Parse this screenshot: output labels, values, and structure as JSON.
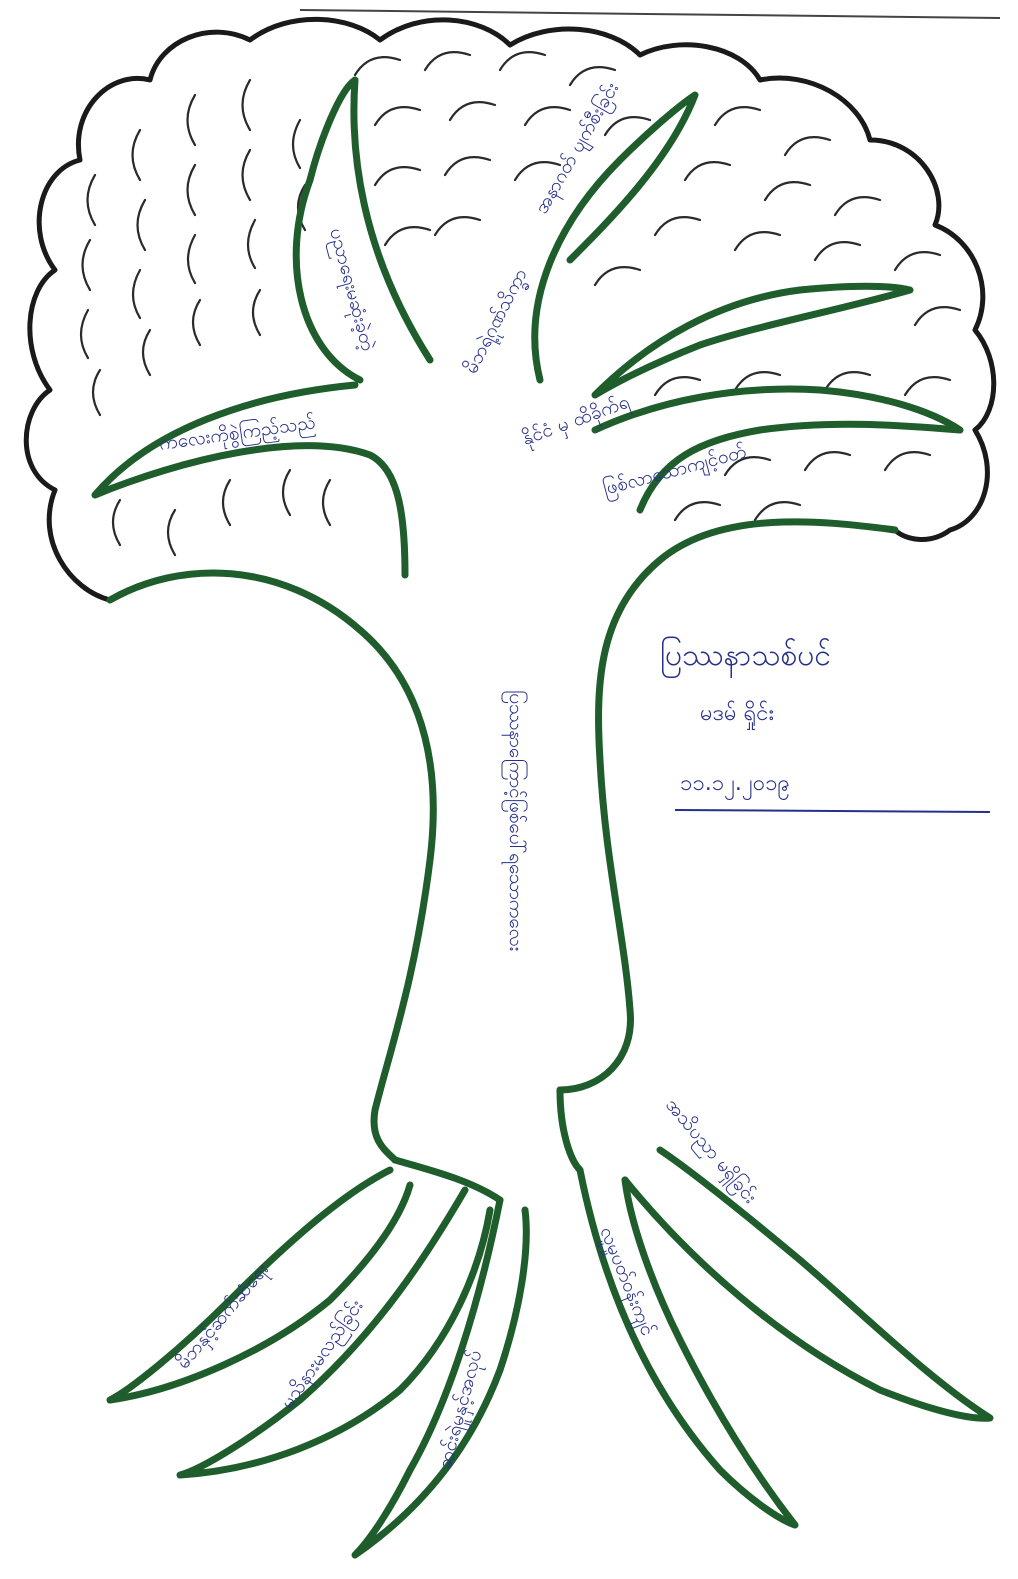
{
  "title": "ပြဿနာသစ်ပင်",
  "author": "မဒမ် ရှိုင်း",
  "date": "၁၁.၁၂.၂၀၁၉",
  "trunk": "ပြဿနာကြောင့်ဖြစ်ပေါ်ရသောကလေး",
  "branches": [
    "ပညာရေးမဆုံးခဲ့တဲ့",
    "မိဘရဲ့ဂုဏ်သိက္ခာ",
    "နိုင်ငံ မှ ထိခိုက်ရ",
    "ဖြစ်လာသောကျင့်ဝတ်",
    "ကလေးကိုစွဲကြည့်သည်",
    "အနာဂတ် ပျက်စီးခြင်း"
  ],
  "roots": [
    "မိဘနှင့်ဆက်ဆံရေး",
    "မသိနားမလည်ခြင်း",
    "ဆင်းရဲမှုနှင့်အလုပ်",
    "လူမှုပတ်ဝန်းကျင်",
    "အသိပညာ မရှိခြင်း"
  ]
}
